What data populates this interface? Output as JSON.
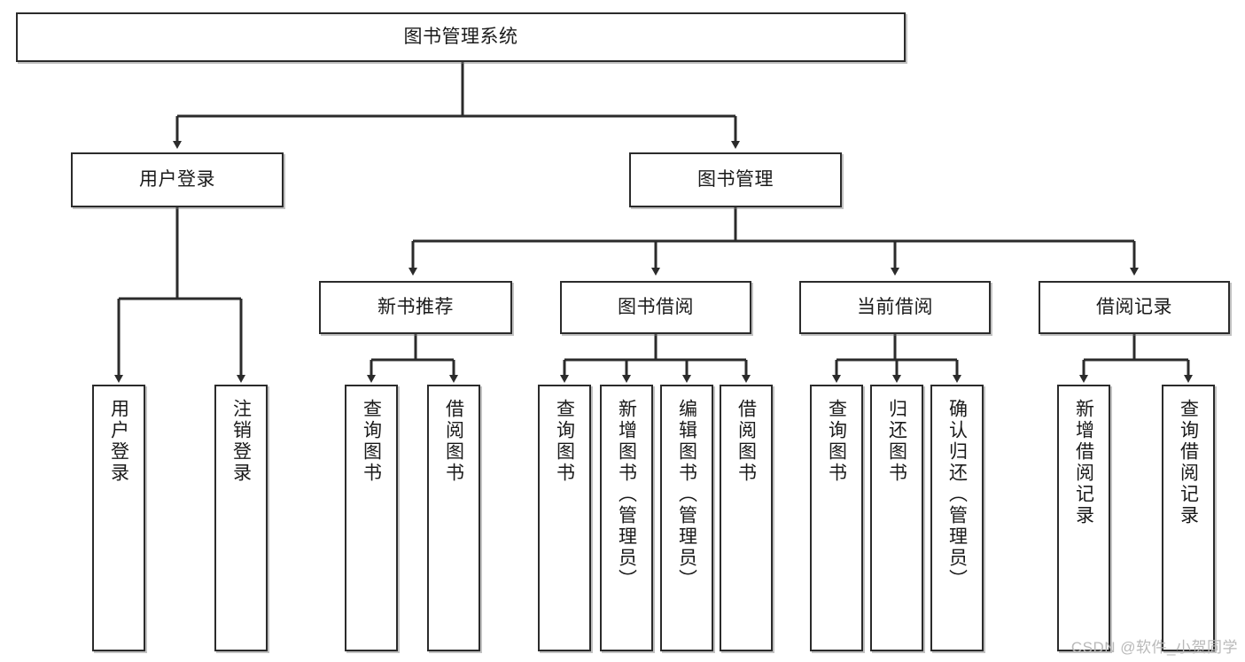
{
  "diagram": {
    "type": "tree-hierarchy-chart",
    "title": "图书管理系统",
    "background_color": "#ffffff",
    "box_border_color": "#2b2b2b",
    "connector_color": "#2b2b2b",
    "watermark": "CSDN @软件_小贺同学",
    "watermark_color": "#b9b9b9"
  },
  "nodes": {
    "root": {
      "label": "图书管理系统",
      "level": 1,
      "orientation": "horizontal"
    },
    "l2": [
      {
        "id": "user-login",
        "label": "用户登录",
        "level": 2,
        "orientation": "horizontal"
      },
      {
        "id": "book-management",
        "label": "图书管理",
        "level": 2,
        "orientation": "horizontal"
      }
    ],
    "l3": [
      {
        "id": "new-book-recommend",
        "label": "新书推荐",
        "level": 3,
        "orientation": "horizontal"
      },
      {
        "id": "book-borrow",
        "label": "图书借阅",
        "level": 3,
        "orientation": "horizontal"
      },
      {
        "id": "current-borrow",
        "label": "当前借阅",
        "level": 3,
        "orientation": "horizontal"
      },
      {
        "id": "borrow-record",
        "label": "借阅记录",
        "level": 3,
        "orientation": "horizontal"
      }
    ],
    "leaves": [
      {
        "id": "leaf-user-login",
        "label": "用户登录",
        "parent": "user-login",
        "orientation": "vertical"
      },
      {
        "id": "leaf-logout-login",
        "label": "注销登录",
        "parent": "user-login",
        "orientation": "vertical"
      },
      {
        "id": "leaf-query-book-1",
        "label": "查询图书",
        "parent": "new-book-recommend",
        "orientation": "vertical"
      },
      {
        "id": "leaf-borrow-book-1",
        "label": "借阅图书",
        "parent": "new-book-recommend",
        "orientation": "vertical"
      },
      {
        "id": "leaf-query-book-2",
        "label": "查询图书",
        "parent": "book-borrow",
        "orientation": "vertical"
      },
      {
        "id": "leaf-add-book",
        "label": "新增图书（管理员）",
        "parent": "book-borrow",
        "orientation": "vertical"
      },
      {
        "id": "leaf-edit-book",
        "label": "编辑图书（管理员）",
        "parent": "book-borrow",
        "orientation": "vertical"
      },
      {
        "id": "leaf-borrow-book-2",
        "label": "借阅图书",
        "parent": "book-borrow",
        "orientation": "vertical"
      },
      {
        "id": "leaf-query-book-3",
        "label": "查询图书",
        "parent": "current-borrow",
        "orientation": "vertical"
      },
      {
        "id": "leaf-return-book",
        "label": "归还图书",
        "parent": "current-borrow",
        "orientation": "vertical"
      },
      {
        "id": "leaf-confirm-return",
        "label": "确认归还（管理员）",
        "parent": "current-borrow",
        "orientation": "vertical"
      },
      {
        "id": "leaf-add-record",
        "label": "新增借阅记录",
        "parent": "borrow-record",
        "orientation": "vertical"
      },
      {
        "id": "leaf-query-record",
        "label": "查询借阅记录",
        "parent": "borrow-record",
        "orientation": "vertical"
      }
    ]
  }
}
